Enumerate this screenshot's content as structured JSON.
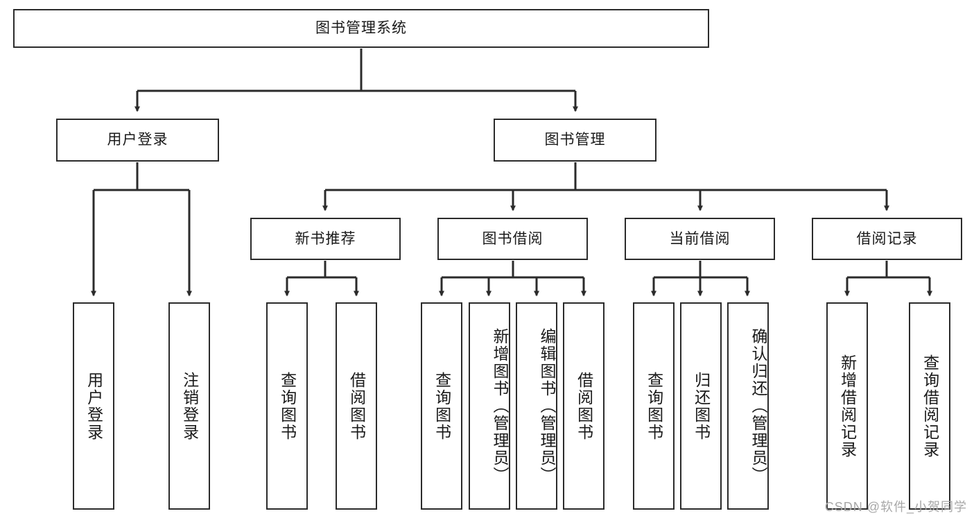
{
  "diagram": {
    "type": "tree",
    "title": "图书管理系统",
    "watermark": "CSDN @软件_小贺同学",
    "colors": {
      "box_border": "#2b2b2b",
      "box_fill": "#ffffff",
      "edge": "#2b2b2b",
      "text": "#1a1a1a",
      "watermark": "#a8a8a8",
      "background": "#ffffff"
    },
    "levels": {
      "root": {
        "label": "图书管理系统"
      },
      "level2": [
        {
          "label": "用户登录"
        },
        {
          "label": "图书管理"
        }
      ],
      "level3": [
        {
          "label": "新书推荐"
        },
        {
          "label": "图书借阅"
        },
        {
          "label": "当前借阅"
        },
        {
          "label": "借阅记录"
        }
      ],
      "leaves": {
        "under_user_login": [
          {
            "label": "用户登录"
          },
          {
            "label": "注销登录"
          }
        ],
        "under_new_book": [
          {
            "label": "查询图书"
          },
          {
            "label": "借阅图书"
          }
        ],
        "under_book_borrow": [
          {
            "label": "查询图书"
          },
          {
            "label": "新增图书（管理员）"
          },
          {
            "label": "编辑图书（管理员）"
          },
          {
            "label": "借阅图书"
          }
        ],
        "under_current_borrow": [
          {
            "label": "查询图书"
          },
          {
            "label": "归还图书"
          },
          {
            "label": "确认归还（管理员）"
          }
        ],
        "under_borrow_record": [
          {
            "label": "新增借阅记录"
          },
          {
            "label": "查询借阅记录"
          }
        ]
      }
    }
  }
}
